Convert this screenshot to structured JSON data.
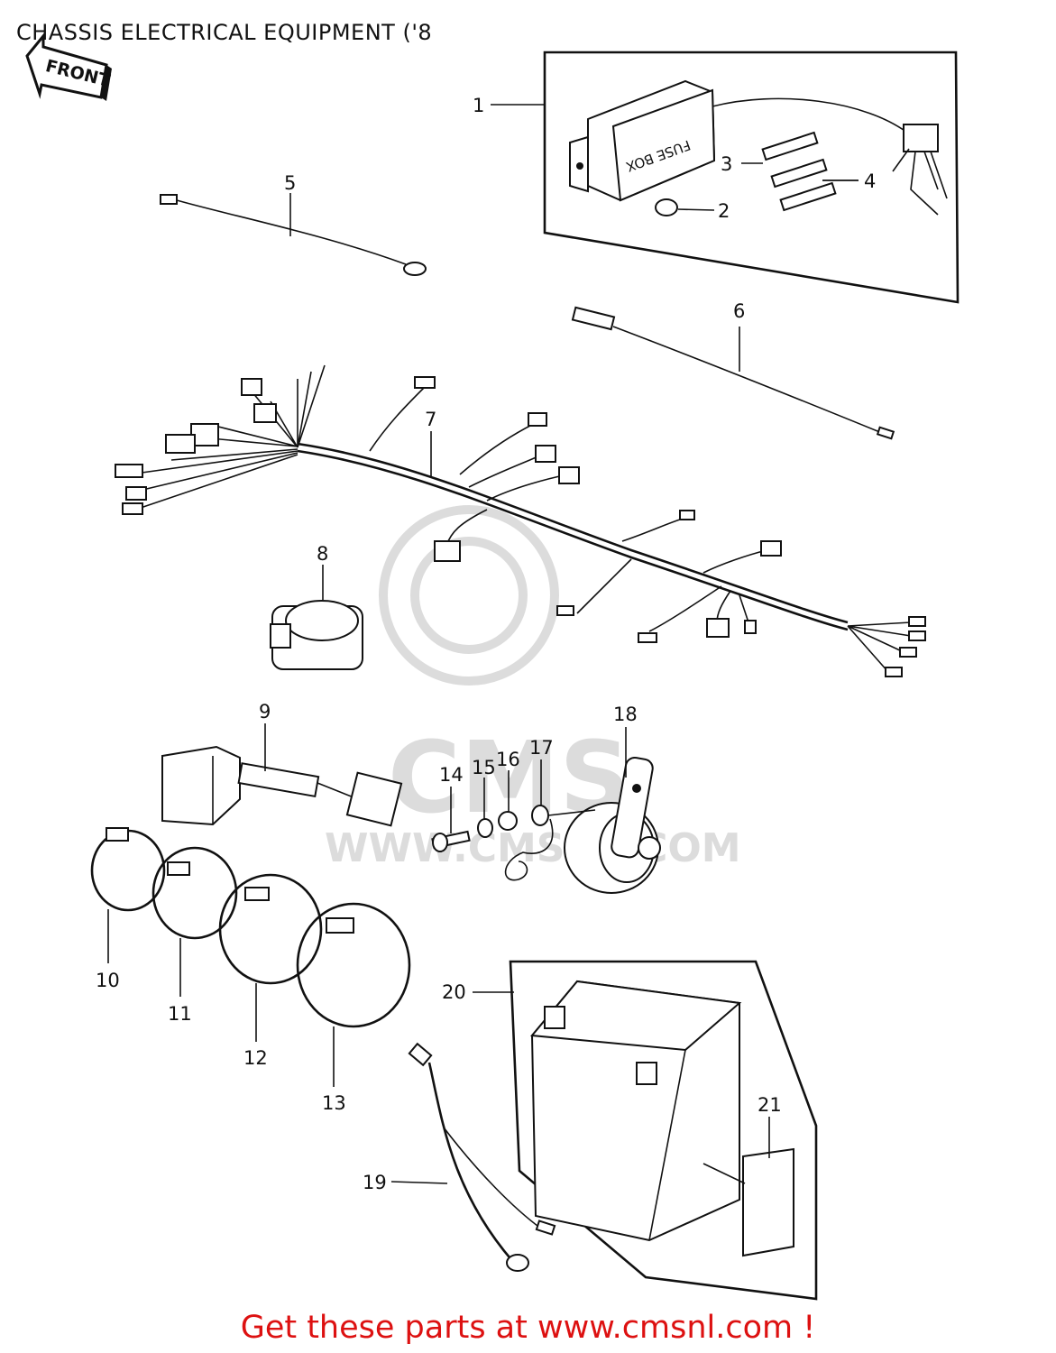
{
  "page": {
    "title": "CHASSIS ELECTRICAL EQUIPMENT ('8",
    "footer_link": "Get these parts at www.cmsnl.com !"
  },
  "diagram": {
    "direction_arrow": "FRONT",
    "fuse_box_label": "FUSE BOX",
    "watermark": {
      "logo": "CMS",
      "url": "WWW.CMSNL.COM"
    },
    "part_numbers": [
      "1",
      "2",
      "3",
      "4",
      "5",
      "6",
      "7",
      "8",
      "9",
      "10",
      "11",
      "12",
      "13",
      "14",
      "15",
      "16",
      "17",
      "18",
      "19",
      "20",
      "21"
    ]
  },
  "colors": {
    "line": "#111111",
    "footer": "#dd1111",
    "watermark": "#dcdcdc",
    "background": "#ffffff"
  }
}
